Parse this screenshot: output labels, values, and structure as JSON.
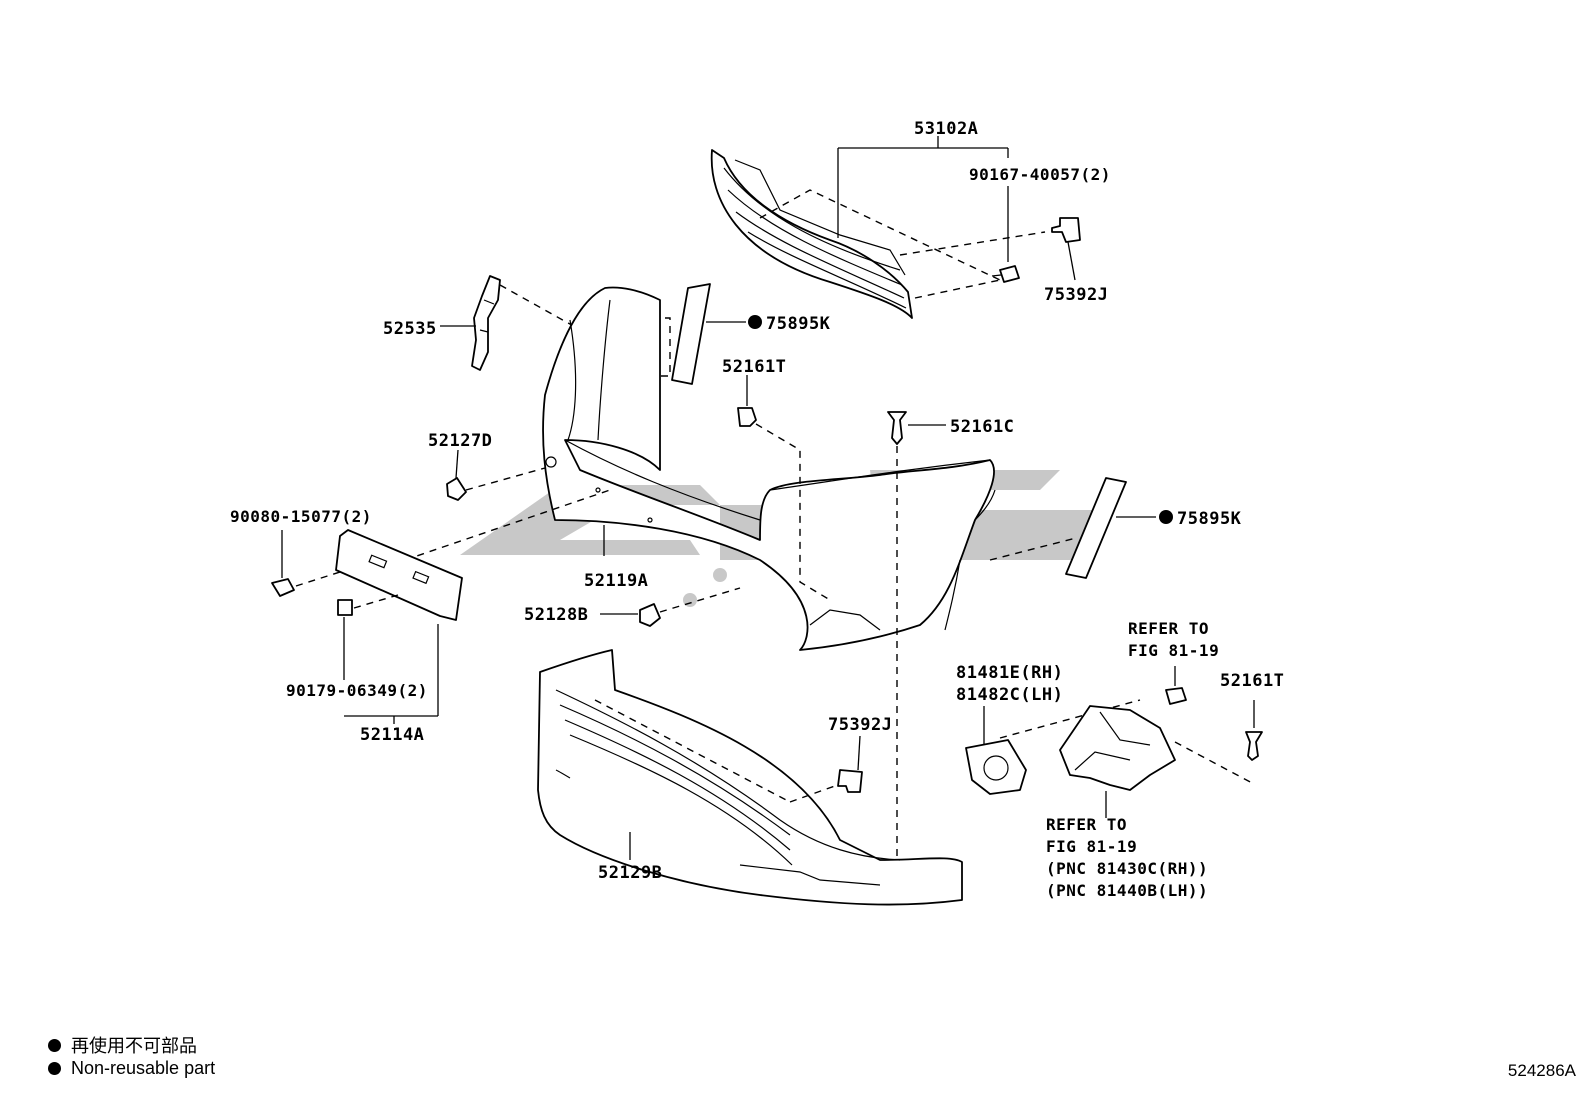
{
  "labels": {
    "p53102A": "53102A",
    "p90167": "90167-40057(2)",
    "p75392J_top": "75392J",
    "p52535": "52535",
    "p75895K_top": "75895K",
    "p52161T_top": "52161T",
    "p52161C": "52161C",
    "p52127D": "52127D",
    "p90080": "90080-15077(2)",
    "p75895K_right": "75895K",
    "p52119A": "52119A",
    "p52128B": "52128B",
    "refer1_a": "REFER TO",
    "refer1_b": "FIG 81-19",
    "p52161T_right": "52161T",
    "p81481E": "81481E(RH)",
    "p81482C": "81482C(LH)",
    "p90179": "90179-06349(2)",
    "p52114A": "52114A",
    "p75392J_low": "75392J",
    "p52129B": "52129B",
    "refer2_a": "REFER TO",
    "refer2_b": "FIG 81-19",
    "refer2_c": "(PNC 81430C(RH))",
    "refer2_d": "(PNC 81440B(LH))"
  },
  "legend": {
    "jp": "再使用不可部品",
    "en": "Non-reusable part"
  },
  "figure_id": "524286A"
}
